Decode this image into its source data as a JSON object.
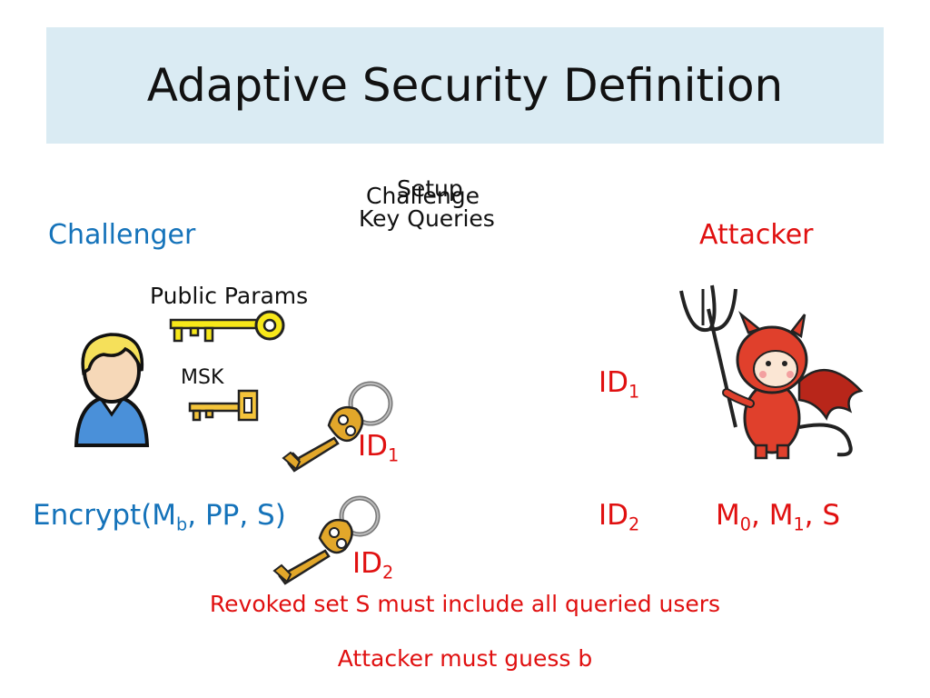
{
  "title": "Adaptive Security Definition",
  "phases": {
    "setup": "Setup",
    "challenge": "Challenge",
    "key_queries": "Key Queries"
  },
  "roles": {
    "challenger": "Challenger",
    "attacker": "Attacker"
  },
  "keys": {
    "public_params": "Public Params",
    "msk": "MSK"
  },
  "queries": {
    "id_prefix": "ID",
    "id1_sub": "1",
    "id2_sub": "2"
  },
  "encrypt": {
    "prefix": "Encrypt(M",
    "sub": "b",
    "suffix": ", PP, S)"
  },
  "messages": {
    "m": "M",
    "m0_sub": "0",
    "sep": ", ",
    "m1_sub": "1",
    "s": ", S"
  },
  "captions": {
    "revoked": "Revoked set S must include all queried users",
    "guess": "Attacker must guess b"
  },
  "colors": {
    "title_bg": "#daebf3",
    "blue": "#1573ba",
    "red": "#e01010"
  }
}
